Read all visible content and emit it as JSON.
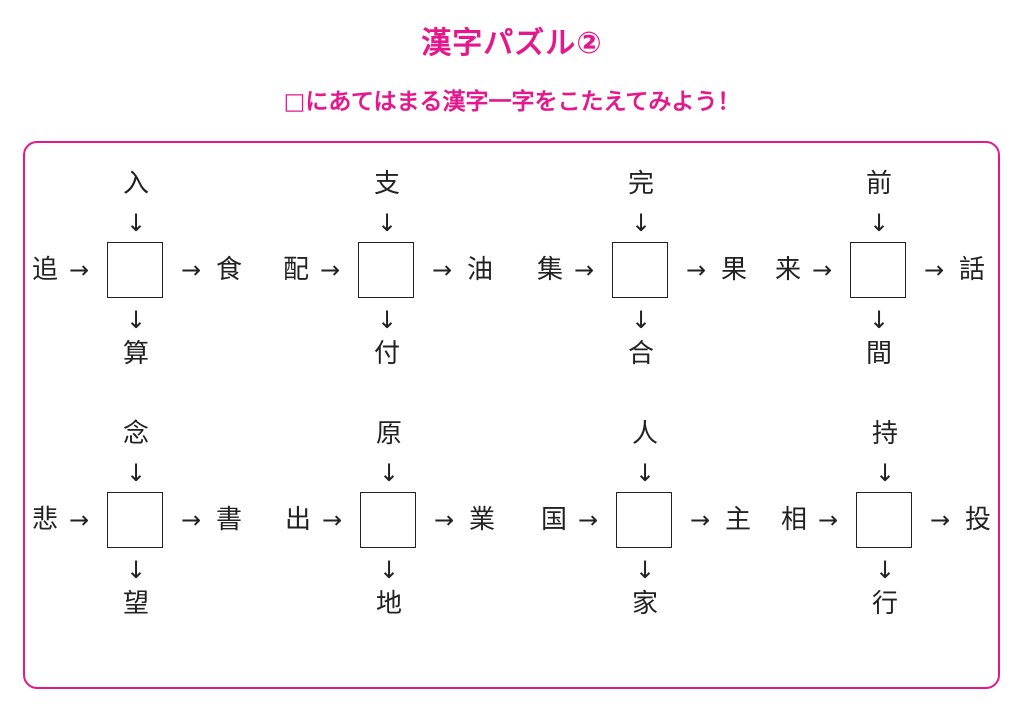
{
  "title": "漢字パズル②",
  "instruction": "□にあてはまる漢字一字をこたえてみよう！",
  "colors": {
    "accent": "#e5178c",
    "text": "#222222"
  },
  "arrows": {
    "right": "→",
    "down": "↓"
  },
  "puzzles": [
    {
      "top": "入",
      "left": "追",
      "right": "食",
      "bottom": "算"
    },
    {
      "top": "支",
      "left": "配",
      "right": "油",
      "bottom": "付"
    },
    {
      "top": "完",
      "left": "集",
      "right": "果",
      "bottom": "合"
    },
    {
      "top": "前",
      "left": "来",
      "right": "話",
      "bottom": "間"
    },
    {
      "top": "念",
      "left": "悲",
      "right": "書",
      "bottom": "望"
    },
    {
      "top": "原",
      "left": "出",
      "right": "業",
      "bottom": "地"
    },
    {
      "top": "人",
      "left": "国",
      "right": "主",
      "bottom": "家"
    },
    {
      "top": "持",
      "left": "相",
      "right": "投",
      "bottom": "行"
    }
  ]
}
